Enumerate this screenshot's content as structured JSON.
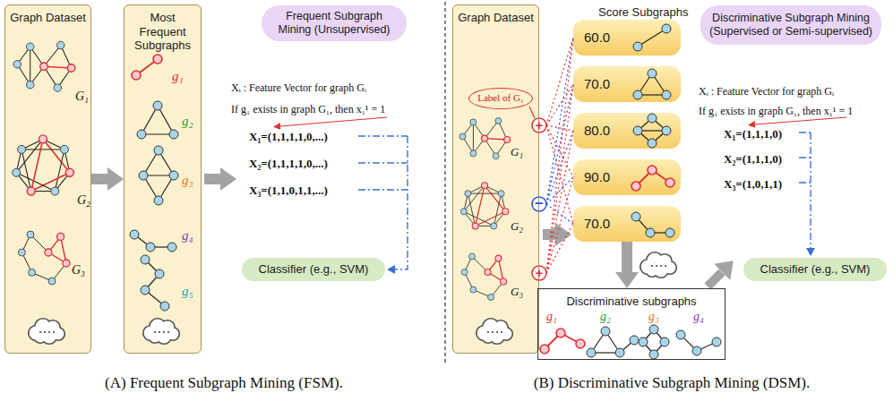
{
  "diagram": {
    "nodes": [
      {
        "text": [
          "Graph Dataset"
        ]
      },
      {
        "text": [
          "Most Frequent Subgraphs"
        ]
      },
      {
        "text": [
          "Frequent Subgraph Mining (Unsupervised)"
        ]
      },
      {
        "text": [
          "Classifier (e.g., SVM)"
        ]
      },
      {
        "text": [
          "Graph Dataset"
        ]
      },
      {
        "text": [
          "Label of G₁"
        ],
        "in": 4
      },
      {
        "text": [
          "60.0"
        ]
      },
      {
        "text": [
          "70.0"
        ]
      },
      {
        "text": [
          "80.0"
        ]
      },
      {
        "text": [
          "90.0"
        ]
      },
      {
        "text": [
          "70.0"
        ]
      },
      {
        "text": [
          "Discriminative subgraphs"
        ]
      },
      {
        "text": [
          "Discriminative Subgraph Mining (Supervised or Semi-supervised)"
        ]
      },
      {
        "text": [
          "Classifier (e.g., SVM)"
        ]
      }
    ],
    "edges": [
      {
        "from": 0,
        "to": 1,
        "arrow": "to"
      },
      {
        "from": 10,
        "to": 11,
        "arrow": "to"
      }
    ],
    "labels": [
      "G₁",
      "G₂",
      "G₃",
      "g₁",
      "g₂",
      "g₃",
      "g₄",
      "g₅",
      "Xᵢ : Feature Vector for graph Gᵢ",
      "If g₁ exists in graph G₁, then x₁¹ = 1",
      "X₁=(1,1,1,1,0,...)",
      "X₂=(1,1,1,1,0,...)",
      "X₃=(1,1,0,1,1,...)",
      "(A) Frequent Subgraph Mining (FSM).",
      "G₁",
      "G₂",
      "G₃",
      "+",
      "−",
      "+",
      "Score Subgraphs",
      "g₁",
      "g₂",
      "g₃",
      "g₄",
      "Xᵢ : Feature Vector for graph Gᵢ",
      "If g₁ exists in graph G₁, then x₁¹ = 1",
      "X₁=(1,1,1,0)",
      "X₂=(1,1,1,0)",
      "X₃=(1,0,1,1)",
      "(B) Discriminative Subgraph Mining (DSM)."
    ]
  }
}
